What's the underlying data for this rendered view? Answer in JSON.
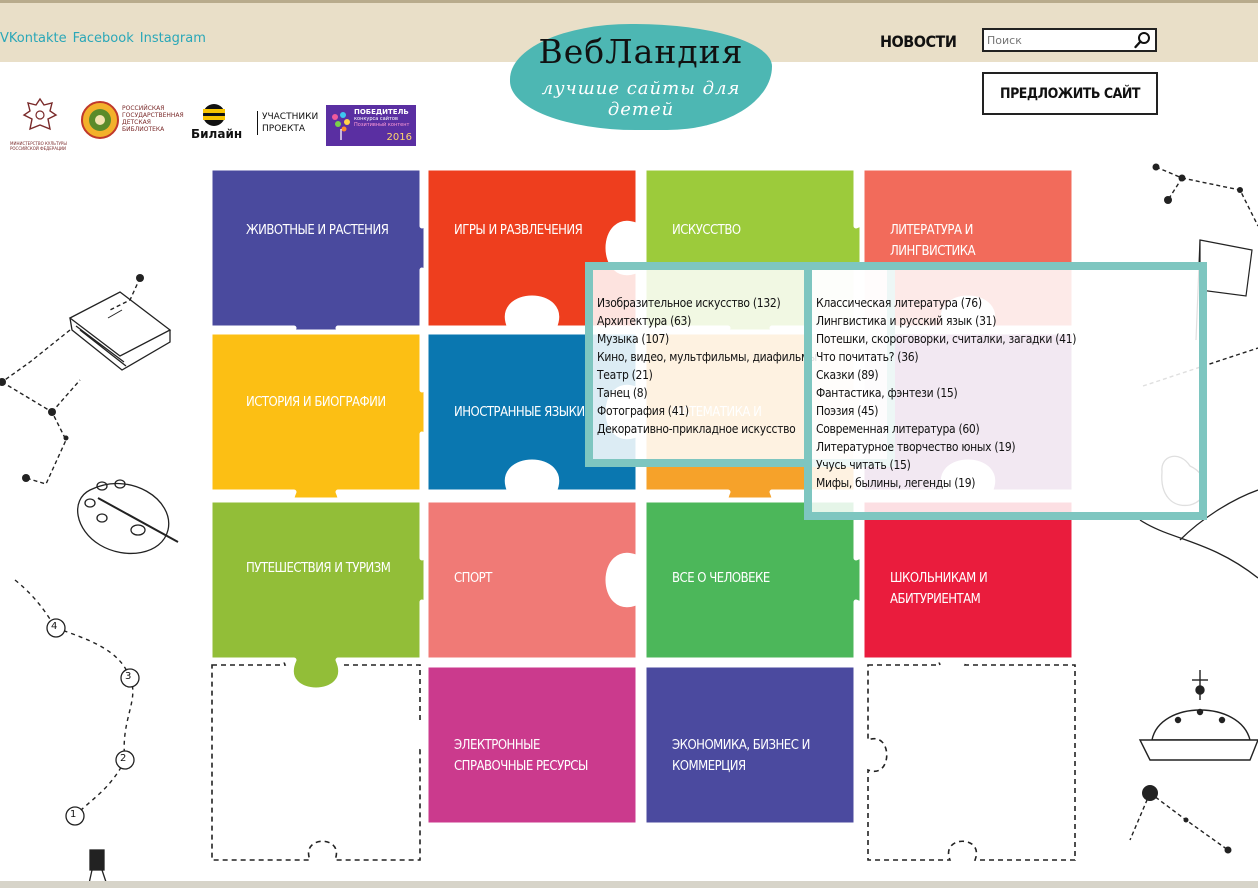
{
  "header": {
    "social": [
      "VKontakte",
      "Facebook",
      "Instagram"
    ],
    "logo_title": "ВебЛандия",
    "logo_subtitle": "лучшие сайты для детей",
    "news_label": "НОВОСТИ",
    "search_placeholder": "Поиск",
    "suggest_label": "ПРЕДЛОЖИТЬ САЙТ"
  },
  "partners": {
    "ministry_label": "МИНИСТЕРСТВО КУЛЬТУРЫ РОССИЙСКОЙ ФЕДЕРАЦИИ",
    "library_label": "РОССИЙСКАЯ ГОСУДАРСТВЕННАЯ ДЕТСКАЯ БИБЛИОТЕКА",
    "beeline_label": "Билайн",
    "members_label": "УЧАСТНИКИ ПРОЕКТА",
    "winner_title": "ПОБЕДИТЕЛЬ",
    "winner_line1": "конкурса сайтов",
    "winner_line2": "Позитивный контент",
    "winner_year": "2016"
  },
  "categories": [
    {
      "label": "ЖИВОТНЫЕ И РАСТЕНИЯ",
      "color": "#4a4a9e"
    },
    {
      "label": "ИГРЫ И РАЗВЛЕЧЕНИЯ",
      "color": "#ee3e1e"
    },
    {
      "label": "ИСКУССТВО",
      "color": "#9ccb3b"
    },
    {
      "label": "ЛИТЕРАТУРА И ЛИНГВИСТИКА",
      "color": "#f26b5b"
    },
    {
      "label": "ИСТОРИЯ И БИОГРАФИИ",
      "color": "#fcbf14"
    },
    {
      "label": "ИНОСТРАННЫЕ ЯЗЫКИ",
      "color": "#0a77b0"
    },
    {
      "label": "МАТЕМАТИКА И",
      "color": "#f6a22a"
    },
    {
      "label": "",
      "color": "#a25fa6"
    },
    {
      "label": "ПУТЕШЕСТВИЯ И ТУРИЗМ",
      "color": "#92be38"
    },
    {
      "label": "СПОРТ",
      "color": "#f07a76"
    },
    {
      "label": "ВСЕ О ЧЕЛОВЕКЕ",
      "color": "#4cb75a"
    },
    {
      "label": "ШКОЛЬНИКАМ И АБИТУРИЕНТАМ",
      "color": "#ea1c3d"
    },
    {
      "label": "ЭЛЕКТРОННЫЕ СПРАВОЧНЫЕ РЕСУРСЫ",
      "color": "#cb3a8d"
    },
    {
      "label": "ЭКОНОМИКА, БИЗНЕС И КОММЕРЦИЯ",
      "color": "#4b4a9f"
    }
  ],
  "art_menu": [
    "Изобразительное искусство (132)",
    "Архитектура (63)",
    "Музыка (107)",
    "Кино, видео, мультфильмы, диафильмы",
    "Театр (21)",
    "Танец (8)",
    "Фотография (41)",
    "Декоративно-прикладное искусство"
  ],
  "literature_menu": [
    "Классическая литература (76)",
    "Лингвистика и русский язык (31)",
    "Потешки, скороговорки, считалки, загадки (41)",
    "Что почитать? (36)",
    "Сказки (89)",
    "Фантастика, фэнтези (15)",
    "Поэзия (45)",
    "Современная литература (60)",
    "Литературное творчество юных (19)",
    "Учусь читать (15)",
    "Мифы, былины, легенды (19)"
  ],
  "map_numbers": [
    "1",
    "2",
    "3",
    "4"
  ],
  "colors": {
    "accent_teal": "#4db7b3",
    "header_bg": "#e9dfc8",
    "panel_border": "#7ec6c0"
  }
}
